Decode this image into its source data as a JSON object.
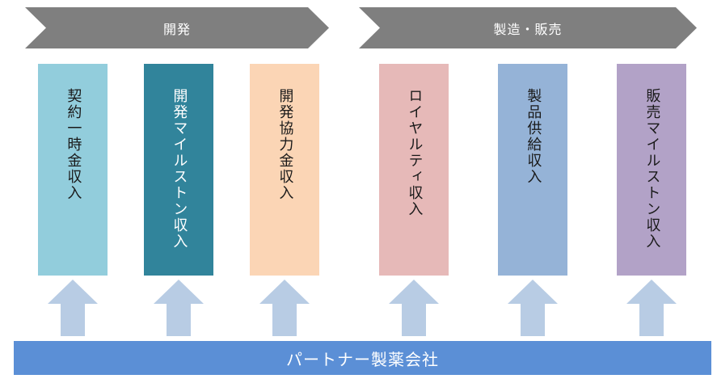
{
  "phases": [
    {
      "label": "開発"
    },
    {
      "label": "製造・販売"
    }
  ],
  "columns": [
    {
      "label": "契約一時金収入",
      "color": "#92cddc"
    },
    {
      "label": "開発マイルストン収入",
      "color": "#31849b"
    },
    {
      "label": "開発協力金収入",
      "color": "#fbd5b5"
    },
    {
      "label": "ロイヤルティ収入",
      "color": "#e6b9b8"
    },
    {
      "label": "製品供給収入",
      "color": "#95b3d7"
    },
    {
      "label": "販売マイルストン収入",
      "color": "#b2a2c7"
    }
  ],
  "base": {
    "label": "パートナー製薬会社",
    "color": "#5b8fd6"
  },
  "arrow_color": "#b8cce4"
}
